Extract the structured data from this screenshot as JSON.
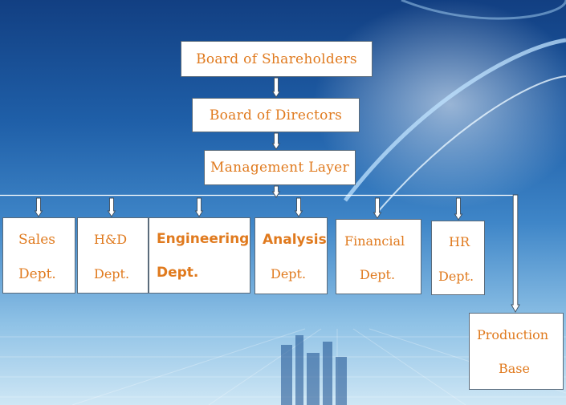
{
  "colors": {
    "box_text": "#e07a1e",
    "connector": "#ffffff",
    "background_top": "#123f82",
    "background_bottom": "#cfe7f5"
  },
  "hierarchy": {
    "shareholders": "Board of Shareholders",
    "directors": "Board of Directors",
    "management": "Management Layer"
  },
  "departments": [
    {
      "line1": "Sales",
      "line2": "Dept."
    },
    {
      "line1": "H&D",
      "line2": "Dept."
    },
    {
      "line1": "Engineering",
      "line2": "Dept."
    },
    {
      "line1": "Analysis",
      "line2": "Dept."
    },
    {
      "line1": "Financial",
      "line2": "Dept."
    },
    {
      "line1": "HR",
      "line2": "Dept."
    },
    {
      "line1": "Production",
      "line2": "Base"
    }
  ]
}
